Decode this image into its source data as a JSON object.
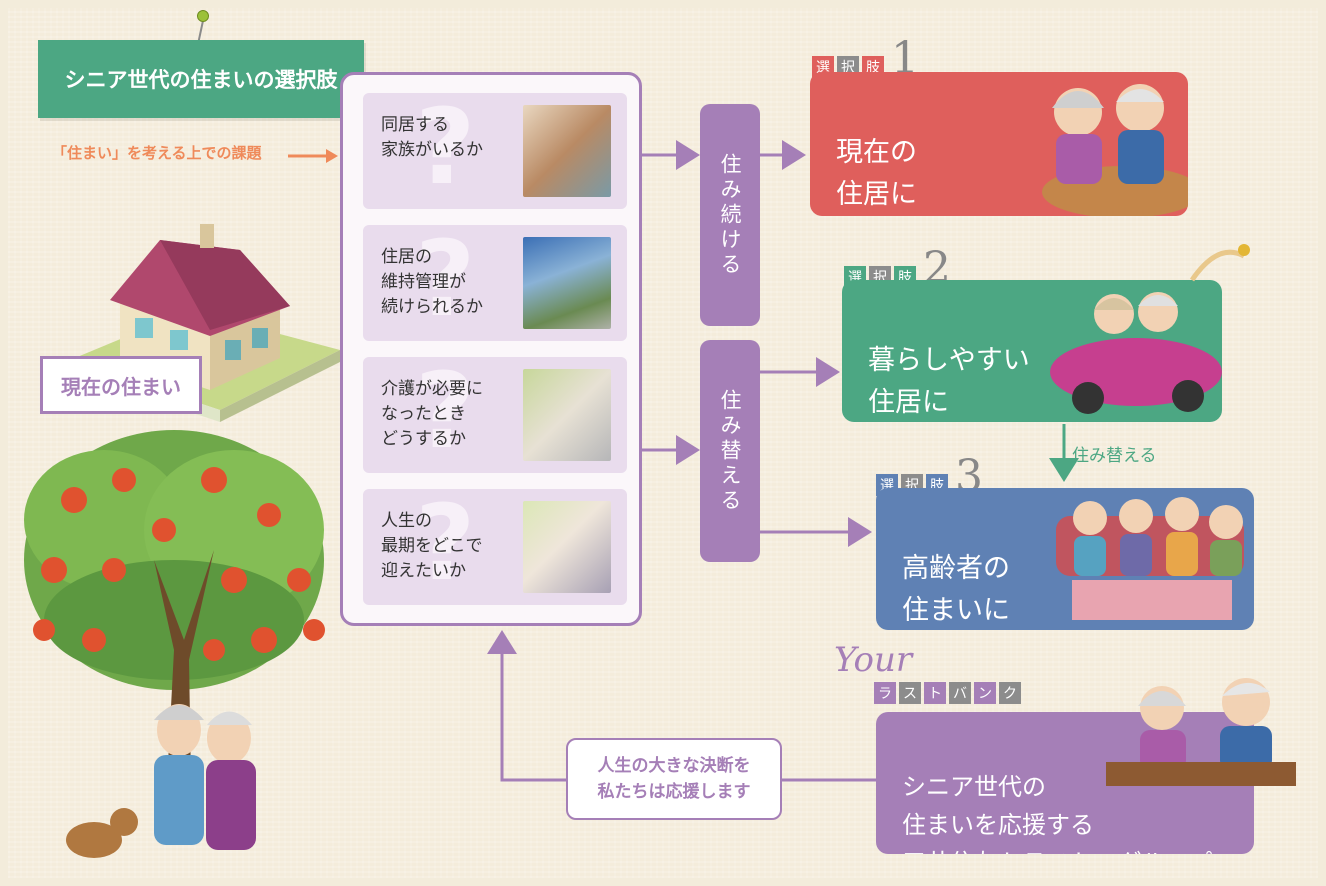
{
  "title": "シニア世代の住まいの選択肢",
  "issue_label": "「住まい」を考える上での課題",
  "current_home_label": "現在の住まい",
  "questions": [
    {
      "text": "同居する\n家族がいるか",
      "mark": "?"
    },
    {
      "text": "住居の\n維持管理が\n続けられるか",
      "mark": "?"
    },
    {
      "text": "介護が必要に\nなったとき\nどうするか",
      "mark": "?"
    },
    {
      "text": "人生の\n最期をどこで\n迎えたいか",
      "mark": "?"
    }
  ],
  "branches": {
    "stay": "住み続ける",
    "move": "住み替える"
  },
  "tag_chars": [
    "選",
    "択",
    "肢"
  ],
  "choices": [
    {
      "number": "1",
      "text": "現在の\n住居に\n住み続ける",
      "color": "#df5f5c"
    },
    {
      "number": "2",
      "text": "暮らしやすい\n住居に\n住み替える",
      "color": "#4ca783"
    },
    {
      "number": "3",
      "text": "高齢者の\n住まいに\n住み替える",
      "color": "#5f81b4"
    }
  ],
  "move_label": "住み替える",
  "last_bank": {
    "script": "Your",
    "chars": [
      "ラ",
      "ス",
      "ト",
      "バ",
      "ン",
      "ク"
    ],
    "text": "シニア世代の\n住まいを応援する\n三井住友トラスト・グループ"
  },
  "support_message": "人生の大きな決断を\n私たちは応援します",
  "colors": {
    "green": "#4ca783",
    "purple": "#a57fb7",
    "red": "#df5f5c",
    "blue": "#5f81b4",
    "orange": "#ef8a5a",
    "tag_red": "#df5f5c",
    "tag_gray": "#8c8c8c",
    "tag_green": "#4ca783"
  }
}
